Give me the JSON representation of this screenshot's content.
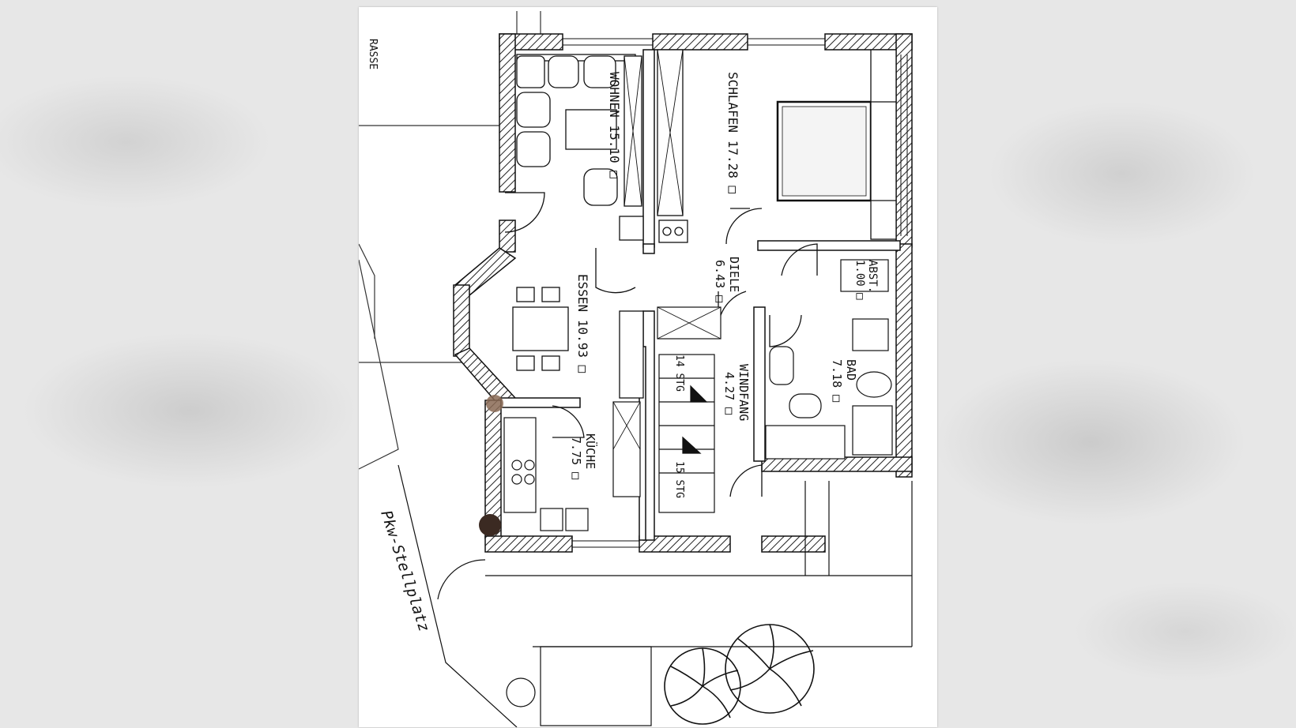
{
  "plan": {
    "labels": {
      "terrasse": "RASSE",
      "wohnen": "WOHNEN 15.10 □",
      "schlafen": "SCHLAFEN 17.28 □",
      "essen": "ESSEN 10.93 □",
      "diele_name": "DIELE",
      "diele_area": "6.43 □",
      "abst_name": "ABST.",
      "abst_area": "1.00 □",
      "windfang_name": "WINDFANG",
      "windfang_area": "4.27 □",
      "bad_name": "BAD",
      "bad_area": "7.18 □",
      "kueche_name": "KÜCHE",
      "kueche_area": "7.75 □",
      "stg_upper": "14 STG",
      "stg_lower": "15 STG",
      "parking": "Pkw-Stellplatz"
    },
    "colors": {
      "ink": "#111111",
      "paper": "#ffffff",
      "hatch": "#222222"
    },
    "icons": [
      "tree-icon",
      "tree-icon"
    ]
  }
}
